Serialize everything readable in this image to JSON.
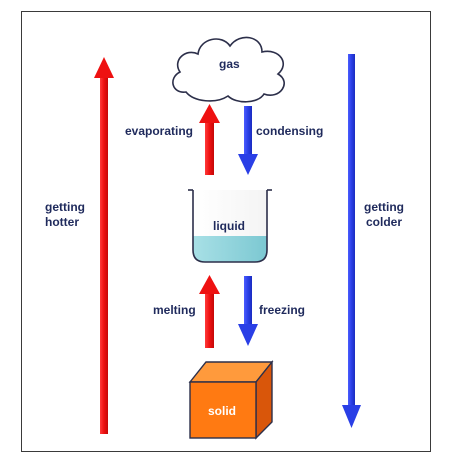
{
  "states": {
    "gas": "gas",
    "liquid": "liquid",
    "solid": "solid"
  },
  "transitions": {
    "evaporating": "evaporating",
    "condensing": "condensing",
    "melting": "melting",
    "freezing": "freezing"
  },
  "temperature": {
    "hotter_line1": "getting",
    "hotter_line2": "hotter",
    "colder_line1": "getting",
    "colder_line2": "colder"
  },
  "colors": {
    "heating_arrow": "#ee1111",
    "cooling_arrow": "#2a3fe6",
    "solid_front": "#ff7a12",
    "solid_top": "#ff9a3c",
    "solid_side": "#d9560a",
    "liquid_fill": "#8fd4dc",
    "label_text": "#1f2a5c"
  }
}
